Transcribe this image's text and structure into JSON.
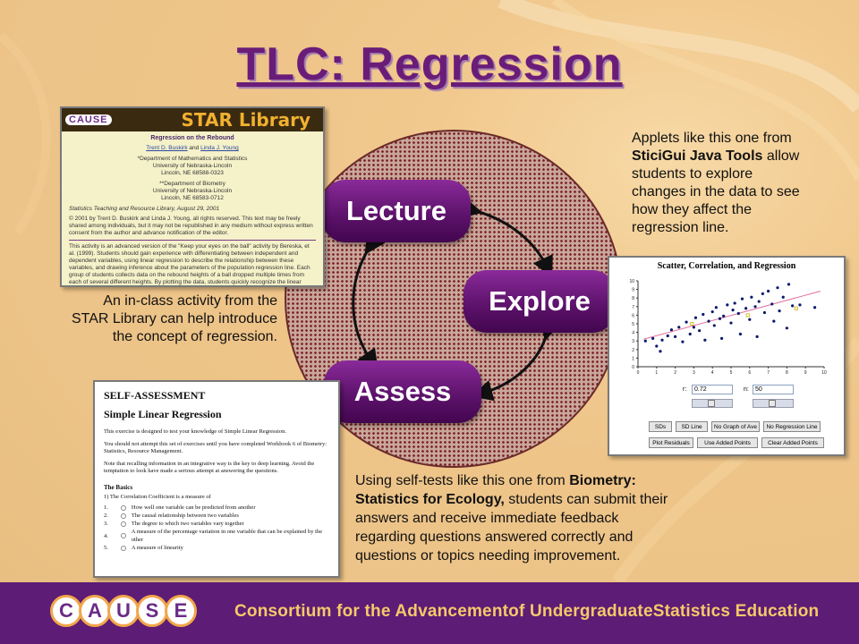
{
  "slide": {
    "title": "TLC: Regression"
  },
  "cycle": {
    "lecture_label": "Lecture",
    "explore_label": "Explore",
    "assess_label": "Assess"
  },
  "captions": {
    "applet": "Applets like this one from SticiGui Java Tools allow students to explore changes in the data to see how they affect the regression line.",
    "applet_lines": [
      "Applets like this one from",
      "SticiGui Java Tools",
      " allow",
      "students to explore",
      "changes in the data to see",
      "how they affect the",
      "regression line."
    ],
    "star_lines": [
      "An in-class activity from the",
      "STAR Library can help introduce",
      "the concept of regression."
    ],
    "selftest_lines": [
      [
        "Using self-tests like this one from ",
        "Biometry:"
      ],
      [
        "Statistics for Ecology,",
        " students can submit their"
      ],
      [
        "answers and receive immediate feedback"
      ],
      [
        "regarding questions answered correctly and"
      ],
      [
        "questions or topics needing improvement."
      ]
    ]
  },
  "star_library": {
    "cause_logo": "CAUSE",
    "brand": "STAR Library",
    "doc_title": "Regression on the Rebound",
    "authors": [
      "Trent D. Buskirk",
      " and ",
      "Linda J. Young"
    ],
    "dept1": [
      "*Department of Mathematics and Statistics",
      "University of Nebraska-Lincoln",
      "Lincoln, NE 68588-0323"
    ],
    "dept2": [
      "**Department of Biometry",
      "University of Nebraska-Lincoln",
      "Lincoln, NE 68583-0712"
    ],
    "published": "Statistics Teaching and Resource Library, August 29, 2001",
    "copyright": "© 2001 by Trent D. Buskirk and Linda J. Young, all rights reserved. This text may be freely shared among individuals, but it may not be republished in any medium without express written consent from the author and advance notification of the editor.",
    "body": "This activity is an advanced version of the \"Keep your eyes on the ball\" activity by Bereska, et al. (1999). Students should gain experience with differentiating between independent and dependent variables, using linear regression to describe the relationship between these variables, and drawing inference about the parameters of the population regression line. Each group of students collects data on the rebound heights of a ball dropped multiple times from each of several different heights. By plotting the data, students quickly recognize the linear relationship. After obtaining the least squares estimate of the"
  },
  "self_assessment": {
    "heading": "SELF-ASSESSMENT",
    "subheading": "Simple Linear Regression",
    "p1": "This exercise is designed to test your knowledge of Simple Linear Regression.",
    "p2": "You should not attempt this set of exercises until you have completed Workbook 6 of Biometry: Statistics, Resource Management.",
    "p3": "Note that recalling information in an integrative way is the key to deep learning. Avoid the temptation to look have made a serious attempt at answering the questions.",
    "section": "The Basics",
    "question": "1) The Correlation Coefficient is a measure of",
    "options": [
      {
        "num": "1.",
        "text": "How well one variable can be predicted from another"
      },
      {
        "num": "2.",
        "text": "The causal relationship between two variables"
      },
      {
        "num": "3.",
        "text": "The degree to which two variables vary together"
      },
      {
        "num": "4.",
        "text": "A measure of the percentage variation in one variable that can be explained by the other"
      },
      {
        "num": "5.",
        "text": "A measure of linearity"
      }
    ]
  },
  "applet": {
    "title": "Scatter, Correlation, and Regression",
    "r_label": "r:",
    "r_value": "0.72",
    "n_label": "n:",
    "n_value": "50",
    "buttons_row1": [
      "SDs",
      "SD Line",
      "No Graph of Ave",
      "No Regression Line"
    ],
    "buttons_row2": [
      "Plot Residuals",
      "Use Added Points",
      "Clear Added Points"
    ],
    "y_ticks": [
      "10",
      "9",
      "8",
      "7",
      "6",
      "5",
      "4",
      "3",
      "2",
      "1",
      "0"
    ],
    "x_ticks": [
      "0",
      "1",
      "2",
      "3",
      "4",
      "5",
      "6",
      "7",
      "8",
      "9",
      "10"
    ],
    "colors": {
      "points": "#0a1a6a",
      "added": "#c8b000",
      "line": "#e070a0"
    }
  },
  "footer": {
    "logo_letters": [
      "C",
      "A",
      "U",
      "S",
      "E"
    ],
    "text": "Consortium for the Advancementof UndergraduateStatistics Education"
  },
  "chart_data": {
    "type": "scatter",
    "title": "Scatter, Correlation, and Regression",
    "xlim": [
      0,
      10
    ],
    "ylim": [
      0,
      10
    ],
    "correlation_r": 0.72,
    "n": 50,
    "points": [
      [
        0.4,
        3.0
      ],
      [
        0.8,
        3.3
      ],
      [
        1.0,
        2.4
      ],
      [
        1.2,
        1.8
      ],
      [
        1.3,
        3.1
      ],
      [
        1.6,
        3.6
      ],
      [
        1.8,
        4.3
      ],
      [
        2.0,
        3.5
      ],
      [
        2.2,
        4.6
      ],
      [
        2.4,
        2.9
      ],
      [
        2.6,
        5.2
      ],
      [
        2.8,
        3.8
      ],
      [
        3.0,
        4.6
      ],
      [
        3.1,
        5.7
      ],
      [
        3.3,
        4.2
      ],
      [
        3.5,
        6.1
      ],
      [
        3.6,
        3.1
      ],
      [
        3.8,
        5.3
      ],
      [
        4.0,
        6.4
      ],
      [
        4.1,
        4.8
      ],
      [
        4.2,
        6.9
      ],
      [
        4.4,
        5.6
      ],
      [
        4.5,
        3.3
      ],
      [
        4.6,
        5.9
      ],
      [
        4.8,
        7.2
      ],
      [
        5.0,
        5.1
      ],
      [
        5.1,
        6.6
      ],
      [
        5.2,
        7.4
      ],
      [
        5.4,
        6.2
      ],
      [
        5.5,
        3.8
      ],
      [
        5.6,
        7.9
      ],
      [
        5.8,
        6.8
      ],
      [
        6.0,
        5.5
      ],
      [
        6.1,
        8.1
      ],
      [
        6.3,
        7.0
      ],
      [
        6.4,
        3.5
      ],
      [
        6.5,
        7.6
      ],
      [
        6.7,
        8.5
      ],
      [
        6.8,
        6.3
      ],
      [
        7.0,
        8.8
      ],
      [
        7.2,
        7.3
      ],
      [
        7.3,
        5.3
      ],
      [
        7.5,
        9.2
      ],
      [
        7.6,
        6.5
      ],
      [
        7.8,
        8.1
      ],
      [
        8.0,
        4.5
      ],
      [
        8.1,
        9.6
      ],
      [
        8.3,
        7.1
      ],
      [
        8.7,
        7.2
      ],
      [
        9.5,
        6.9
      ]
    ],
    "added_points": [
      [
        2.9,
        5.0
      ],
      [
        5.9,
        6.0
      ],
      [
        8.5,
        6.8
      ]
    ],
    "regression_line": {
      "x": [
        0.3,
        9.8
      ],
      "y": [
        3.2,
        8.8
      ]
    }
  }
}
